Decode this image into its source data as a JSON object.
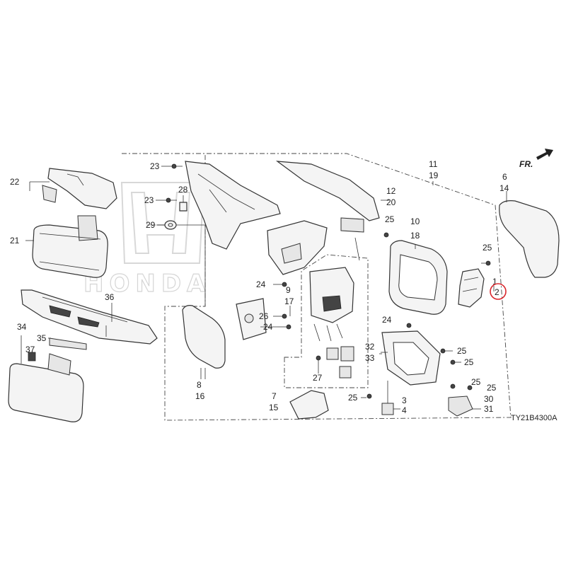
{
  "diagram": {
    "watermark": "HONDA",
    "direction_label": "FR.",
    "diagram_code": "TY21B4300A",
    "highlight_color": "#d9262c",
    "labels": {
      "l1": "1",
      "l2": "2",
      "l3": "3",
      "l4": "4",
      "l6": "6",
      "l7": "7",
      "l8": "8",
      "l9": "9",
      "l10": "10",
      "l11": "11",
      "l12": "12",
      "l14": "14",
      "l15": "15",
      "l16": "16",
      "l17": "17",
      "l18": "18",
      "l19": "19",
      "l20": "20",
      "l21": "21",
      "l22": "22",
      "l23a": "23",
      "l23b": "23",
      "l24a": "24",
      "l24b": "24",
      "l24c": "24",
      "l25a": "25",
      "l25b": "25",
      "l25c": "25",
      "l25d": "25",
      "l25e": "25",
      "l25f": "25",
      "l25g": "25",
      "l26": "26",
      "l27": "27",
      "l28": "28",
      "l29": "29",
      "l30": "30",
      "l31": "31",
      "l32": "32",
      "l33": "33",
      "l34": "34",
      "l35": "35",
      "l36": "36",
      "l37": "37"
    }
  }
}
